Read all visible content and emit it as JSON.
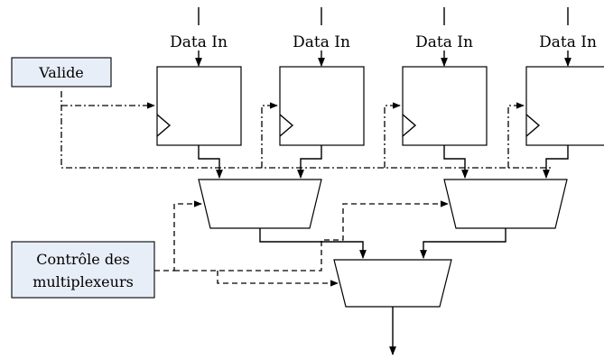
{
  "inputs": {
    "data_in_labels": [
      "Data In",
      "Data In",
      "Data In",
      "Data In"
    ]
  },
  "controls": {
    "valide": "Valide",
    "mux_control_line1": "Contrôle des",
    "mux_control_line2": "multiplexeurs"
  },
  "colors": {
    "control_box_fill": "#e8eef8",
    "line": "#000000"
  }
}
